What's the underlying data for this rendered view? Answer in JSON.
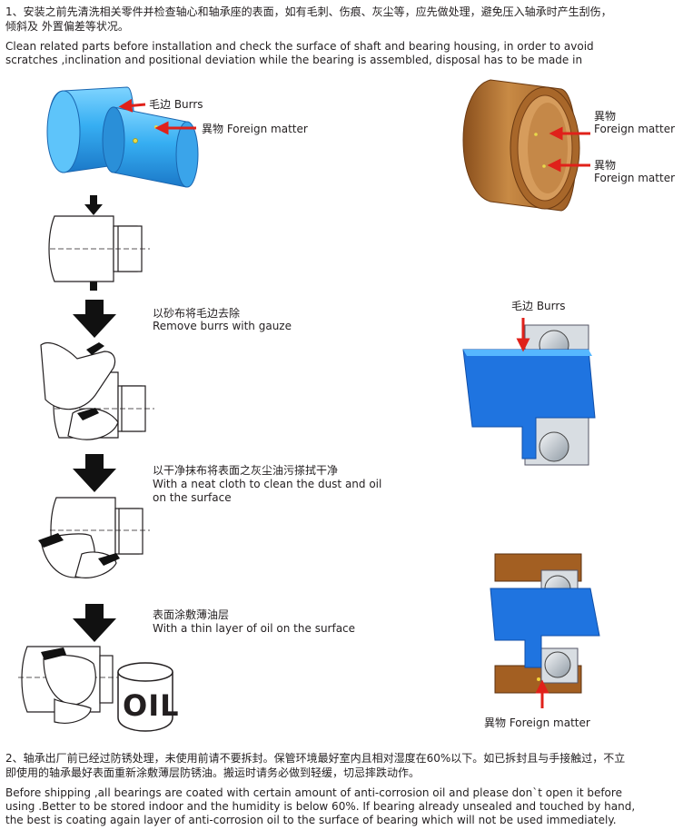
{
  "intro": {
    "zh_line1": "1、安装之前先清洗相关零件并检查轴心和轴承座的表面，如有毛刺、伤痕、灰尘等，应先做处理，避免压入轴承时产生刮伤，",
    "zh_line2": "倾斜及 外置偏差等状况。",
    "en_line1": "Clean related parts before installation and check the surface of shaft and bearing housing, in order to avoid",
    "en_line2": "scratches ,inclination and positional deviation while the bearing is assembled, disposal has to be made in"
  },
  "callouts": {
    "shaft_burrs": "毛边 Burrs",
    "shaft_foreign": "異物 Foreign matter",
    "housing_foreign_1_zh": "異物",
    "housing_foreign_1_en": "Foreign matter",
    "housing_foreign_2_zh": "異物",
    "housing_foreign_2_en": "Foreign matter",
    "section_burrs": "毛边 Burrs",
    "section_foreign": "異物 Foreign matter"
  },
  "steps": [
    {
      "zh": "以砂布将毛边去除",
      "en": "Remove burrs with gauze",
      "en2": ""
    },
    {
      "zh": "以干净抹布将表面之灰尘油污搽拭干净",
      "en": "With a neat cloth to clean the dust and oil",
      "en2": "on the surface"
    },
    {
      "zh": "表面涂敷薄油层",
      "en": "With a thin layer of oil on the  surface",
      "en2": ""
    }
  ],
  "oil_can_label": "OIL",
  "footer": {
    "zh_line1": "2、轴承出厂前已经过防锈处理，未使用前请不要拆封。保管环境最好室内且相对湿度在60%以下。如已拆封且与手接触过，不立",
    "zh_line2": "即使用的轴承最好表面重新涂敷薄层防锈油。搬运时请务必做到轻缓，切忌摔跌动作。",
    "en_line1": "Before shipping ,all bearings are coated with certain amount of anti-corrosion oil and please don`t open it before",
    "en_line2": "using .Better to be stored indoor and the humidity is below 60%. If bearing already unsealed and touched by hand,",
    "en_line3": "the best is coating again layer of anti-corrosion oil to the surface of bearing which will not be used immediately."
  },
  "colors": {
    "shaft_blue": "#3fb0f0",
    "housing_bronze": "#b8742e",
    "arrow_red": "#e0211a",
    "text": "#231f20"
  }
}
